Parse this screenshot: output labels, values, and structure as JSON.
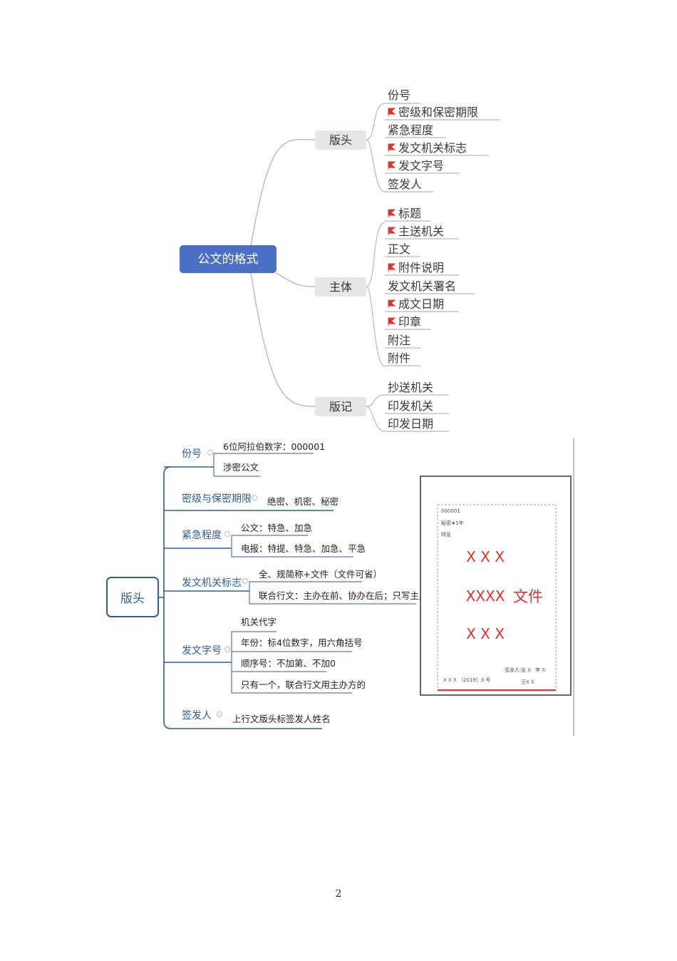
{
  "mindmap1": {
    "root": "公文的格式",
    "branches": [
      {
        "label": "版头",
        "children": [
          {
            "label": "份号",
            "flag": false
          },
          {
            "label": "密级和保密期限",
            "flag": true
          },
          {
            "label": "紧急程度",
            "flag": false
          },
          {
            "label": "发文机关标志",
            "flag": true
          },
          {
            "label": "发文字号",
            "flag": true
          },
          {
            "label": "签发人",
            "flag": false
          }
        ]
      },
      {
        "label": "主体",
        "children": [
          {
            "label": "标题",
            "flag": true
          },
          {
            "label": "主送机关",
            "flag": true
          },
          {
            "label": "正文",
            "flag": false
          },
          {
            "label": "附件说明",
            "flag": true
          },
          {
            "label": "发文机关署名",
            "flag": false
          },
          {
            "label": "成文日期",
            "flag": true
          },
          {
            "label": "印章",
            "flag": true
          },
          {
            "label": "附注",
            "flag": false
          },
          {
            "label": "附件",
            "flag": false
          }
        ]
      },
      {
        "label": "版记",
        "children": [
          {
            "label": "抄送机关",
            "flag": false
          },
          {
            "label": "印发机关",
            "flag": false
          },
          {
            "label": "印发日期",
            "flag": false
          }
        ]
      }
    ]
  },
  "mindmap2": {
    "root": "版头",
    "branches": [
      {
        "label": "份号",
        "children": [
          "6位阿拉伯数字：000001",
          "涉密公文"
        ]
      },
      {
        "label": "密级与保密期限",
        "children": [
          "绝密、机密、秘密"
        ]
      },
      {
        "label": "紧急程度",
        "children": [
          "公文：特急、加急",
          "电报：特提、特急、加急、平急"
        ]
      },
      {
        "label": "发文机关标志",
        "children": [
          "全、规简称+文件（文件可省）",
          "联合行文：主办在前、协办在后；只写主办方"
        ]
      },
      {
        "label": "发文字号",
        "children": [
          "机关代字",
          "年份：标4位数字，用六角括号",
          "顺序号：不加第、不加0",
          "只有一个，联合行文用主办方的"
        ]
      },
      {
        "label": "签发人",
        "children": [
          "上行文版头标签发人姓名"
        ]
      }
    ]
  },
  "doc_sample": {
    "number": "000001",
    "secret": "秘密★1年",
    "urgency": "特急",
    "agencies": [
      "X X X",
      "XXXX",
      "X X X"
    ],
    "wenjian": "文件",
    "issue_no": "X X X 〔2019〕3 号",
    "signer_label": "签发人：",
    "signer_names": [
      "张 X",
      "李 X",
      "王X X"
    ]
  },
  "colors": {
    "root_fill": "#4a6fc4",
    "branch_fill": "#e6e6e6",
    "flag": "#d9362f",
    "blue_text": "#2e5d98",
    "line": "#b8b8b8",
    "line2": "#2e5d98",
    "doc_red": "#e03030"
  },
  "page_number": "2"
}
